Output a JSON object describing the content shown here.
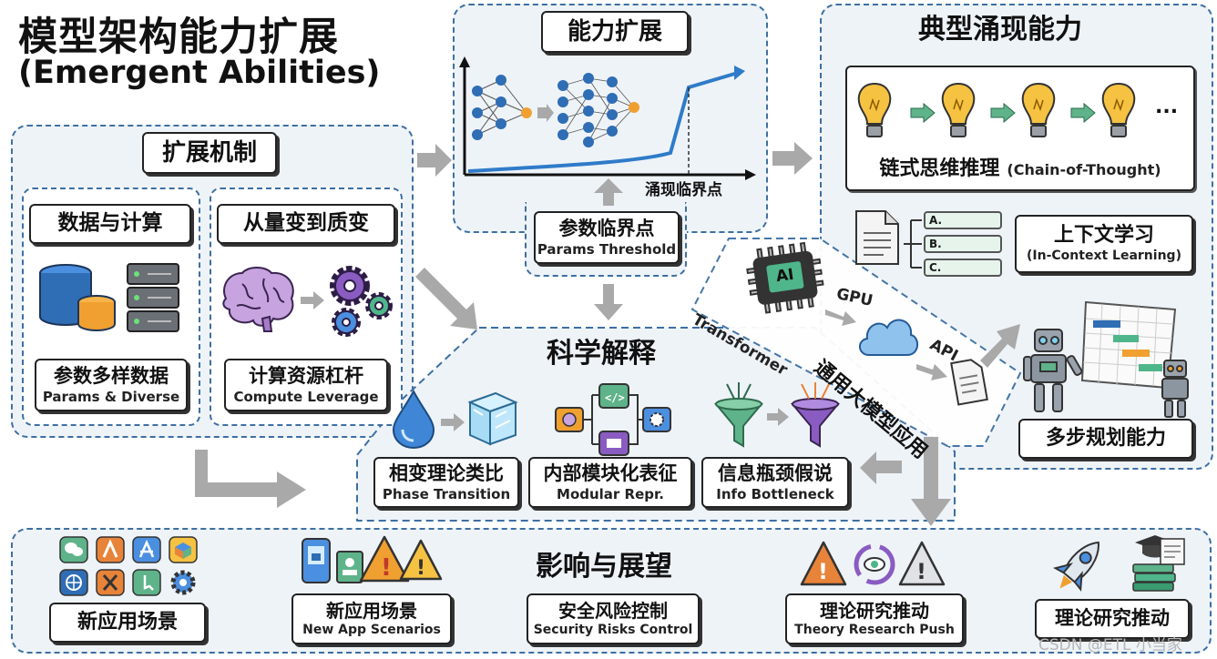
{
  "title": {
    "main": "模型架构能力扩展",
    "sub": "(Emergent Abilities)"
  },
  "expansion_mechanism": {
    "header": "扩展机制",
    "data_compute": {
      "header": "数据与计算",
      "label_zh": "参数多样数据",
      "label_en": "Params & Diverse"
    },
    "quant_qual": {
      "header": "从量变到质变",
      "label_zh": "计算资源杠杆",
      "label_en": "Compute Leverage"
    }
  },
  "capability_expansion": {
    "header": "能力扩展",
    "curve_label": "涌现临界点",
    "threshold_zh": "参数临界点",
    "threshold_en": "Params Threshold"
  },
  "typical_abilities": {
    "header": "典型涌现能力",
    "cot_zh": "链式思维推理",
    "cot_en": "(Chain-of-Thought)",
    "cot_ellipsis": "...",
    "icl_zh": "上下文学习",
    "icl_en": "(In-Context Learning)",
    "options": [
      "A.",
      "B.",
      "C."
    ],
    "planning": "多步规划能力"
  },
  "llm_application": {
    "transformer": "Transformer",
    "ai_chip": "AI",
    "gpu": "GPU",
    "api": "API",
    "label": "通用大模型应用"
  },
  "scientific_explanation": {
    "header": "科学解释",
    "phase_zh": "相变理论类比",
    "phase_en": "Phase Transition",
    "modular_zh": "内部模块化表征",
    "modular_en": "Modular Repr.",
    "bottleneck_zh": "信息瓶颈假说",
    "bottleneck_en": "Info Bottleneck"
  },
  "impact": {
    "header": "影响与展望",
    "new_app_scene": "新应用场景",
    "new_app_zh": "新应用场景",
    "new_app_en": "New App Scenarios",
    "security_zh": "安全风险控制",
    "security_en": "Security Risks Control",
    "theory_zh": "理论研究推动",
    "theory_en": "Theory Research Push",
    "theory2_zh": "理论研究推动"
  },
  "watermark": "CSDN @ETL 小当家",
  "colors": {
    "panel_border": "#3d6fa3",
    "panel_fill": "#eef3f8",
    "arrow_gray": "#a9a9a9",
    "curve_blue": "#2f7bc9",
    "node_blue": "#2f6db5",
    "node_orange": "#f0a030",
    "bulb_yellow": "#f5c242",
    "green_arrow": "#5fb38a",
    "warning_orange": "#e8833a",
    "water_blue": "#3f87d6"
  }
}
